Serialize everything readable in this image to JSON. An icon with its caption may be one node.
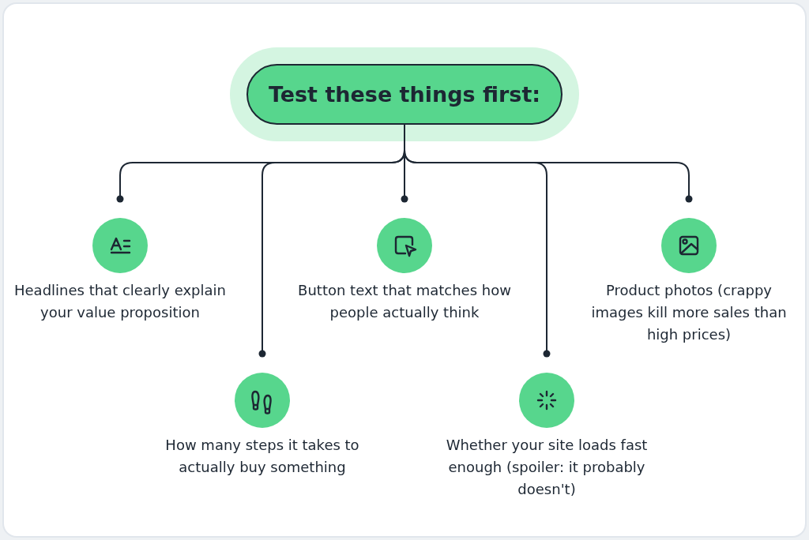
{
  "diagram": {
    "nodes": [
      {
        "text": [
          "Test these things first:"
        ]
      },
      {
        "text": [
          "Headlines that clearly explain your value proposition"
        ]
      },
      {
        "text": [
          "How many steps it takes to actually buy something"
        ]
      },
      {
        "text": [
          "Button text that matches how people actually think"
        ]
      },
      {
        "text": [
          "Whether your site loads fast enough (spoiler: it probably doesn't)"
        ]
      },
      {
        "text": [
          "Product photos (crappy images kill more sales than high prices)"
        ]
      }
    ],
    "edges": [
      {
        "from": 0,
        "to": 1,
        "arrow": "other"
      },
      {
        "from": 0,
        "to": 2,
        "arrow": "other"
      },
      {
        "from": 0,
        "to": 3,
        "arrow": "other"
      },
      {
        "from": 0,
        "to": 4,
        "arrow": "other"
      },
      {
        "from": 0,
        "to": 5,
        "arrow": "other"
      }
    ]
  }
}
